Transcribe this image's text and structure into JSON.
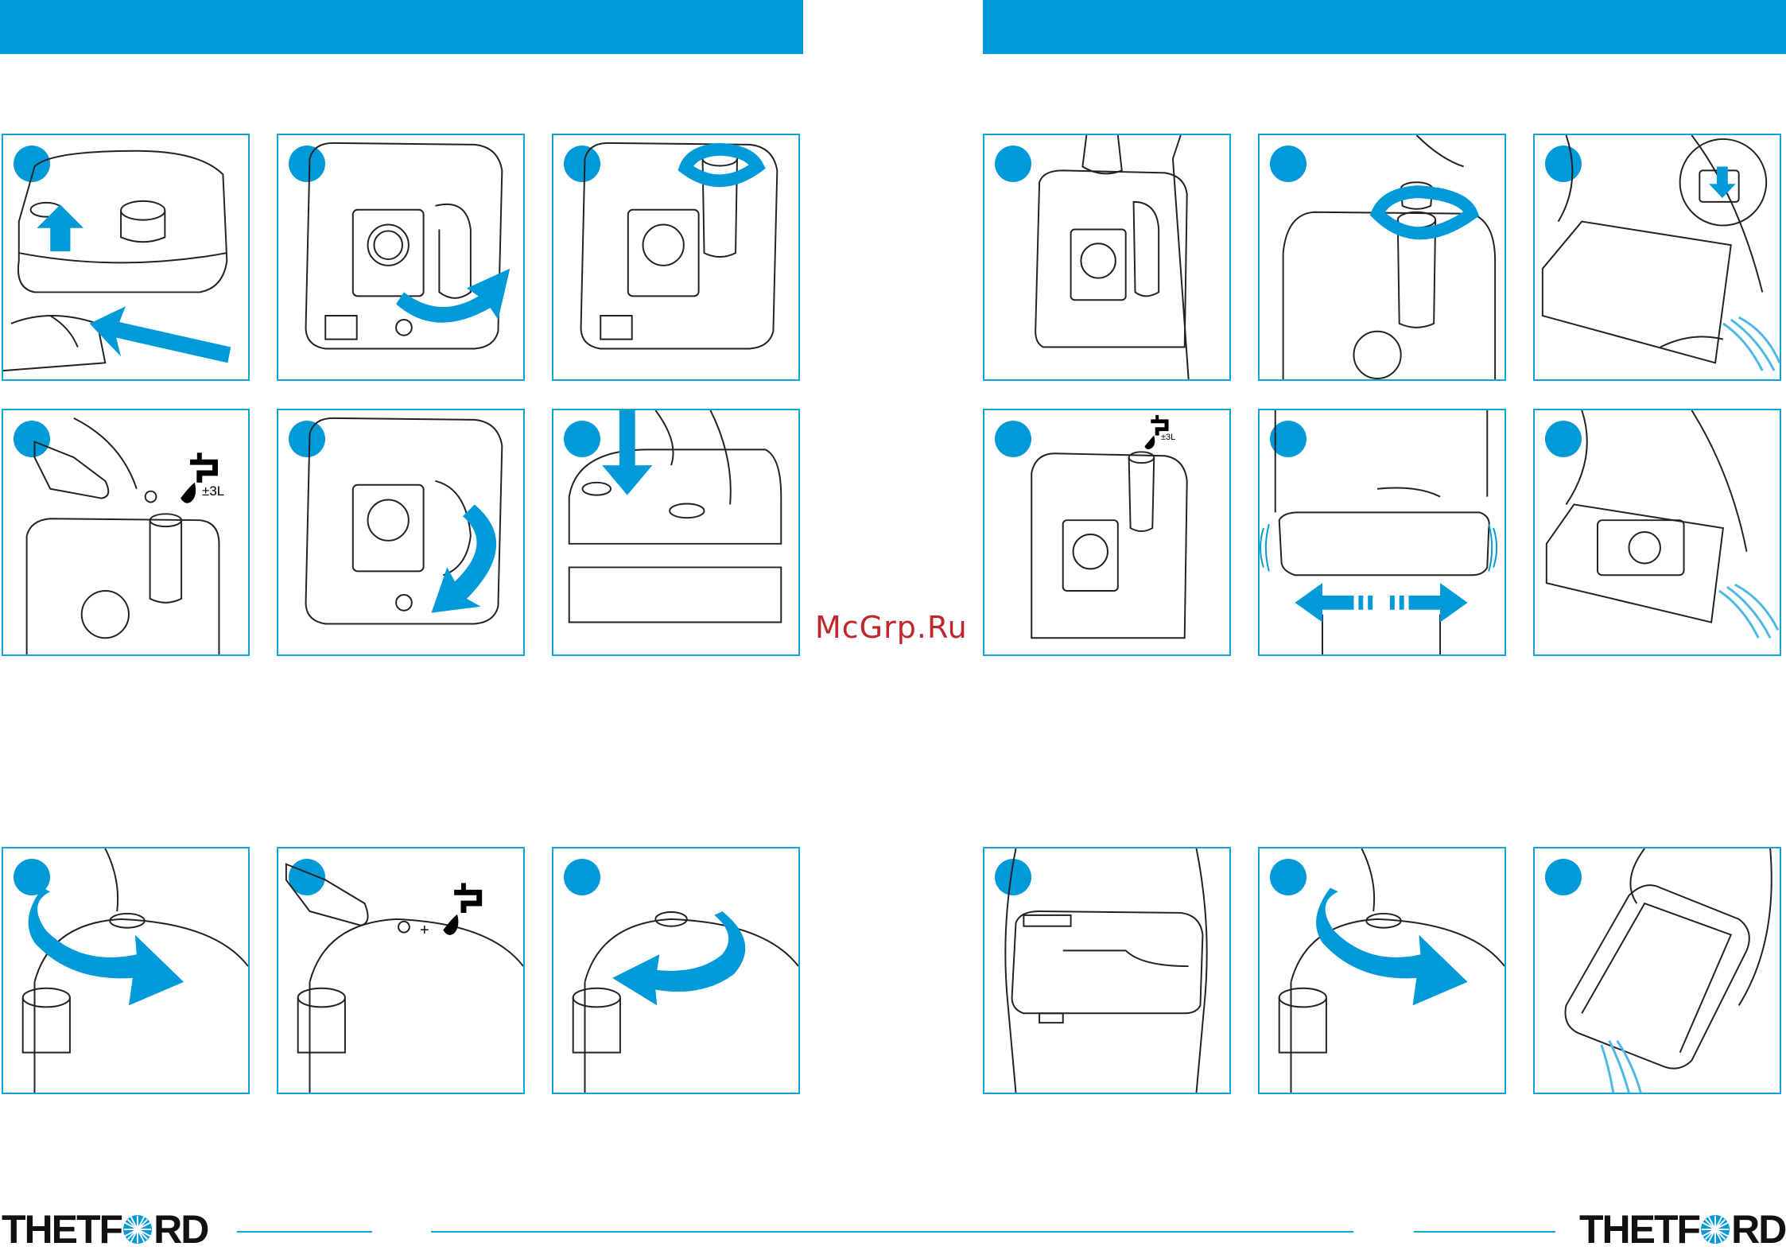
{
  "header": {
    "left_bar": "",
    "right_bar": ""
  },
  "watermark": "McGrp.Ru",
  "icons": {
    "tap_label_a": "±3L",
    "tap_label_b": "±3L",
    "plus_sign": "+"
  },
  "brand": {
    "logo_left": [
      "THETF",
      "RD"
    ],
    "logo_right": [
      "THETF",
      "RD"
    ]
  },
  "colors": {
    "accent": "#009ad9",
    "frame": "#12a3d8",
    "line": "#222222"
  }
}
